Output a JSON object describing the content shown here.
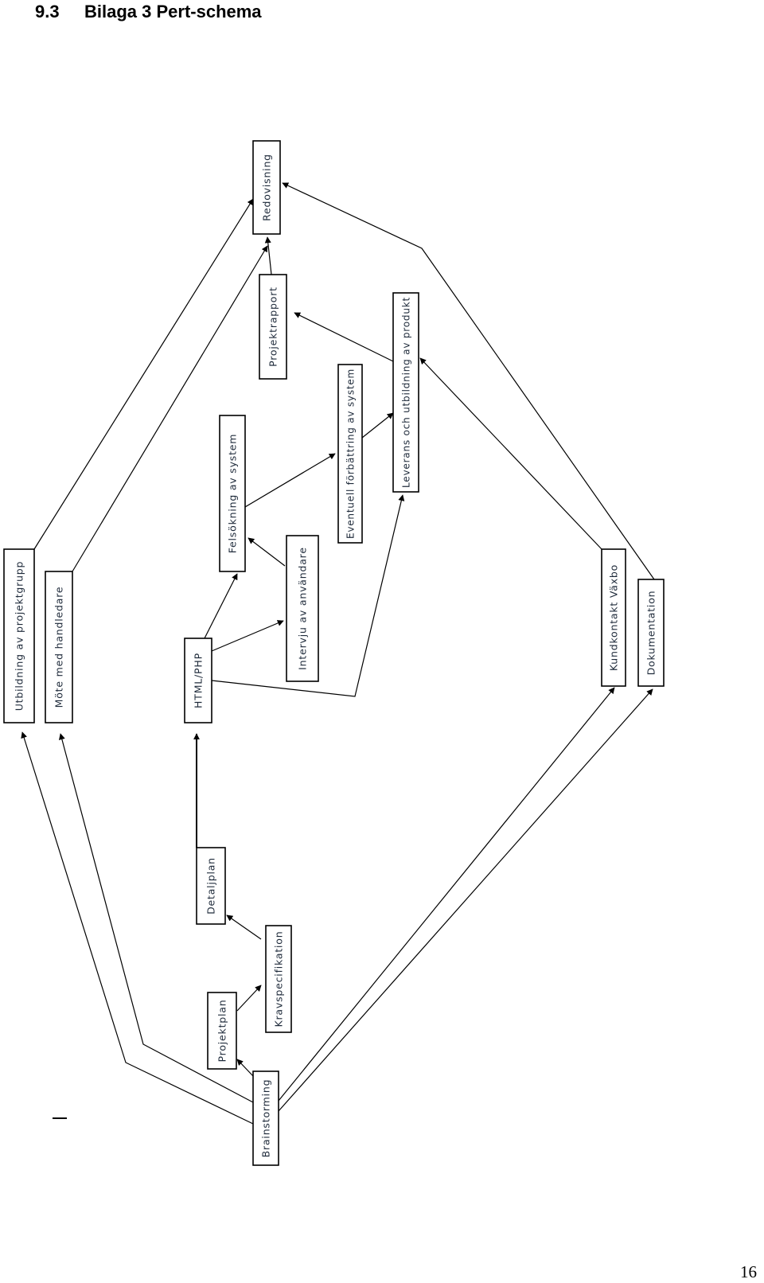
{
  "heading": {
    "number": "9.3",
    "title": "Bilaga 3 Pert-schema"
  },
  "page_number": "16",
  "nodes": [
    {
      "id": "utbildning",
      "label": "Utbildning av projektgrupp"
    },
    {
      "id": "mote",
      "label": "Möte med handledare"
    },
    {
      "id": "html",
      "label": "HTML/PHP"
    },
    {
      "id": "detaljplan",
      "label": "Detaljplan"
    },
    {
      "id": "kravspec",
      "label": "Kravspecifikation"
    },
    {
      "id": "projektplan",
      "label": "Projektplan"
    },
    {
      "id": "brainstorming",
      "label": "Brainstorming"
    },
    {
      "id": "felsokning",
      "label": "Felsökning av system"
    },
    {
      "id": "intervju",
      "label": "Intervju av användare"
    },
    {
      "id": "projektrapport",
      "label": "Projektrapport"
    },
    {
      "id": "redovisning",
      "label": "Redovisning"
    },
    {
      "id": "forbattring",
      "label": "Eventuell förbättring av system"
    },
    {
      "id": "leverans",
      "label": "Leverans och utbildning av produkt"
    },
    {
      "id": "kundkontakt",
      "label": "Kundkontakt Växbo"
    },
    {
      "id": "dokumentation",
      "label": "Dokumentation"
    }
  ],
  "edges": [
    {
      "from": "brainstorming",
      "to": "utbildning"
    },
    {
      "from": "brainstorming",
      "to": "mote"
    },
    {
      "from": "brainstorming",
      "to": "projektplan"
    },
    {
      "from": "brainstorming",
      "to": "kundkontakt"
    },
    {
      "from": "brainstorming",
      "to": "dokumentation"
    },
    {
      "from": "projektplan",
      "to": "kravspec"
    },
    {
      "from": "kravspec",
      "to": "detaljplan"
    },
    {
      "from": "detaljplan",
      "to": "html"
    },
    {
      "from": "html",
      "to": "felsokning"
    },
    {
      "from": "html",
      "to": "intervju"
    },
    {
      "from": "html",
      "to": "leverans"
    },
    {
      "from": "intervju",
      "to": "felsokning"
    },
    {
      "from": "felsokning",
      "to": "forbattring"
    },
    {
      "from": "forbattring",
      "to": "leverans"
    },
    {
      "from": "leverans",
      "to": "projektrapport"
    },
    {
      "from": "projektrapport",
      "to": "redovisning"
    },
    {
      "from": "utbildning",
      "to": "redovisning"
    },
    {
      "from": "mote",
      "to": "redovisning"
    },
    {
      "from": "kundkontakt",
      "to": "leverans"
    },
    {
      "from": "dokumentation",
      "to": "redovisning"
    }
  ]
}
